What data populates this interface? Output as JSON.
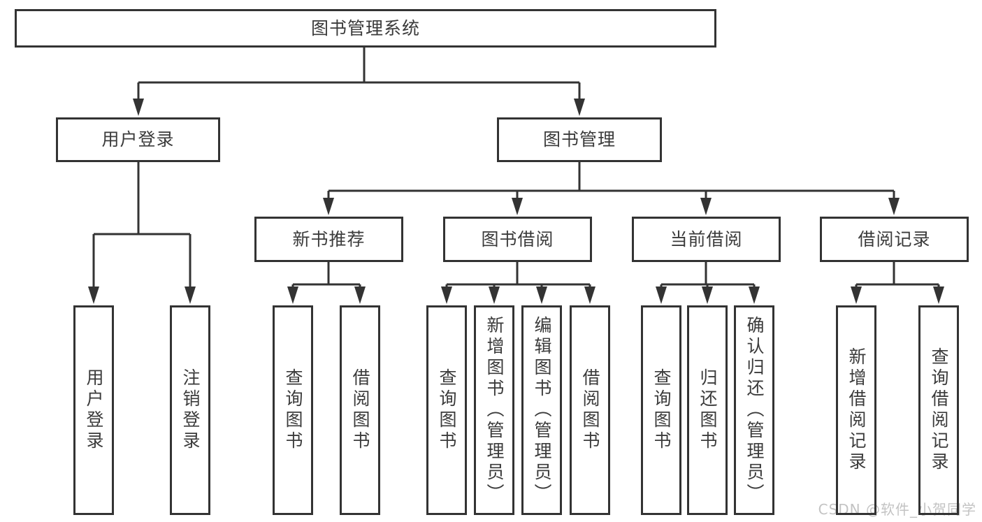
{
  "tree": {
    "label": "图书管理系统",
    "children": [
      {
        "label": "用户登录",
        "children": [
          {
            "label": "用户登录"
          },
          {
            "label": "注销登录"
          }
        ]
      },
      {
        "label": "图书管理",
        "children": [
          {
            "label": "新书推荐",
            "children": [
              {
                "label": "查询图书"
              },
              {
                "label": "借阅图书"
              }
            ]
          },
          {
            "label": "图书借阅",
            "children": [
              {
                "label": "查询图书"
              },
              {
                "label": "新增图书（管理员）"
              },
              {
                "label": "编辑图书（管理员）"
              },
              {
                "label": "借阅图书"
              }
            ]
          },
          {
            "label": "当前借阅",
            "children": [
              {
                "label": "查询图书"
              },
              {
                "label": "归还图书"
              },
              {
                "label": "确认归还（管理员）"
              }
            ]
          },
          {
            "label": "借阅记录",
            "children": [
              {
                "label": "新增借阅记录"
              },
              {
                "label": "查询借阅记录"
              }
            ]
          }
        ]
      }
    ]
  },
  "watermark": {
    "text": "CSDN @软件_小贺同学"
  },
  "colors": {
    "line": "#333333",
    "box_border": "#333333",
    "text": "#3b3b3b",
    "watermark_text": "#c3c3c3",
    "background": "#ffffff"
  }
}
